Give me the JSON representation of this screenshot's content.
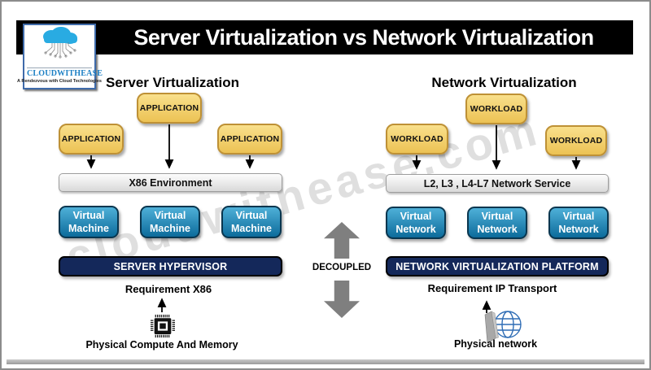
{
  "title_bar": {
    "title": "Server Virtualization vs Network Virtualization"
  },
  "logo": {
    "brand": "CLOUDWITHEASE",
    "tagline": "A Rendezvous with Cloud Technologies",
    "cloud_icon": "cloud-circuit-icon",
    "brand_color": "#1B7FC4"
  },
  "watermark": "cloudwithease.com",
  "server": {
    "heading": "Server Virtualization",
    "apps": [
      "APPLICATION",
      "APPLICATION",
      "APPLICATION"
    ],
    "env_bar": "X86 Environment",
    "units": [
      "Virtual Machine",
      "Virtual Machine",
      "Virtual Machine"
    ],
    "platform": "SERVER HYPERVISOR",
    "requirement": "Requirement X86",
    "physical": "Physical Compute And Memory",
    "physical_icon": "cpu-chip-icon"
  },
  "network": {
    "heading": "Network Virtualization",
    "apps": [
      "WORKLOAD",
      "WORKLOAD",
      "WORKLOAD"
    ],
    "env_bar": "L2, L3 , L4-L7  Network Service",
    "units": [
      "Virtual Network",
      "Virtual Network",
      "Virtual Network"
    ],
    "platform": "NETWORK VIRTUALIZATION PLATFORM",
    "requirement": "Requirement IP Transport",
    "physical": "Physical network",
    "physical_icon": "globe-wall-icon"
  },
  "decoupled": {
    "label": "DECOUPLED"
  },
  "colors": {
    "app_yellow": "#F2D16B",
    "app_border": "#BE9136",
    "unit_blue": "#1479A9",
    "unit_border": "#09364F",
    "platform_navy": "#14285A",
    "bar_gray": "#E6E6E6",
    "arrow_gray": "#7F7F7F",
    "brand_blue": "#29ABE2"
  }
}
